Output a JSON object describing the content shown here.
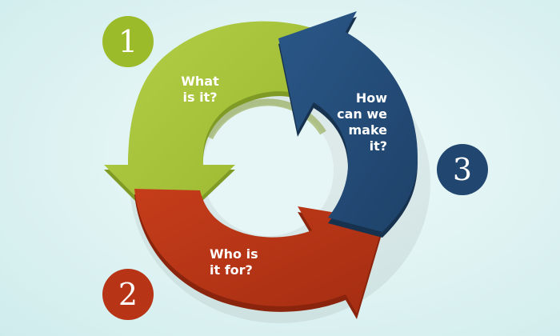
{
  "steps": [
    {
      "number": "1",
      "label_lines": [
        "What",
        "is it?"
      ],
      "color": "#9cbb2b",
      "arrow_color": "#a6c23a"
    },
    {
      "number": "2",
      "label_lines": [
        "Who is",
        "it for?"
      ],
      "color": "#b73416",
      "arrow_color": "#bb3616"
    },
    {
      "number": "3",
      "label_lines": [
        "How",
        "can we",
        "make",
        "it?"
      ],
      "color": "#21466f",
      "arrow_color": "#244e7c"
    }
  ]
}
